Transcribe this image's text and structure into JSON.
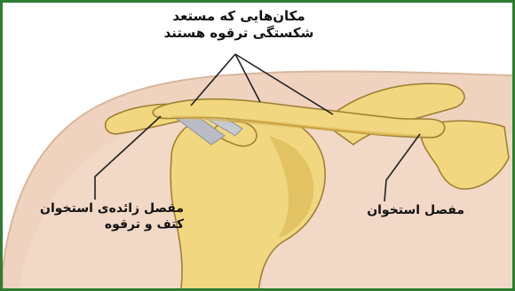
{
  "labels": {
    "fracture_sites": {
      "line1": "مکان‌هایی که مستعد",
      "line2": "شکستگی ترقوه هستند"
    },
    "ac_joint": {
      "line1": "مفصل زائده‌ی استخوان",
      "line2": "کتف و ترقوه"
    },
    "sc_joint": {
      "line1": "مفصل استخوان"
    }
  },
  "colors": {
    "frame_border": "#2e7d32",
    "skin": "#efd3bf",
    "skin_edge": "#d9b79c",
    "bone": "#f1d77f",
    "bone_shadow": "#d6b24f",
    "bone_edge": "#9c7c30",
    "ligament": "#b9bcc4",
    "leader_line": "#222222"
  }
}
